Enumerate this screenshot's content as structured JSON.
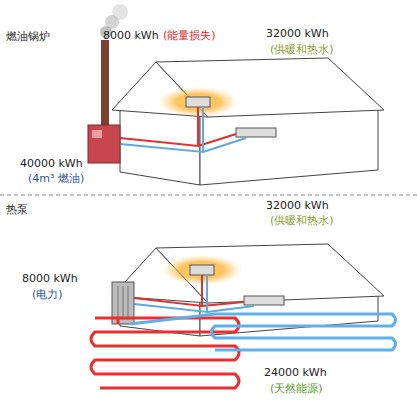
{
  "diagram": {
    "labels": [
      "燃油锅炉",
      "8000 kWh",
      "(能量损失)",
      "32000 kWh",
      "(供暖和热水)",
      "40000 kWh",
      "(4m³ 燃油)",
      "热泵",
      "32000 kWh",
      "(供暖和热水)",
      "8000 kWh",
      "(电力)",
      "24000 kWh",
      "(天然能源)"
    ]
  }
}
